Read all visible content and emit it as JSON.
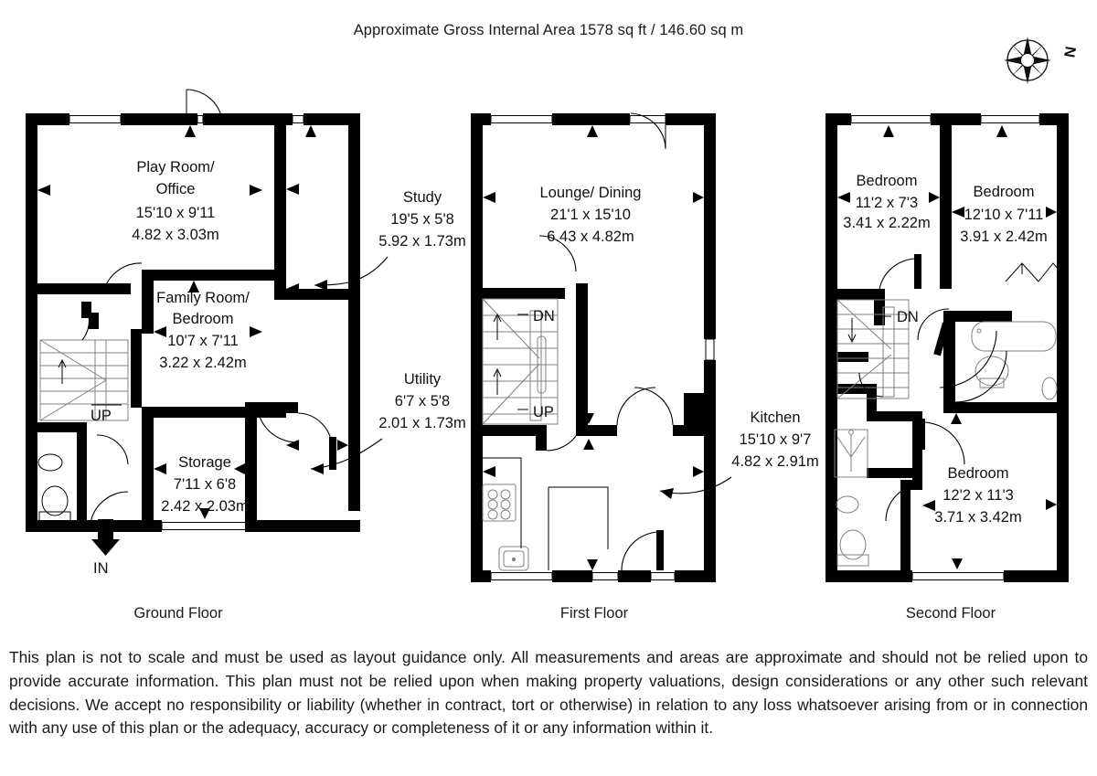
{
  "header": {
    "title": "Approximate Gross Internal Area  1578 sq ft / 146.60 sq m"
  },
  "compass": {
    "label": "N",
    "icon": "compass-rose-icon"
  },
  "floors": [
    {
      "id": "ground",
      "caption": "Ground Floor",
      "rooms": [
        {
          "name": "Play Room/",
          "name2": "Office",
          "imperial": "15'10 x 9'11",
          "metric": "4.82 x 3.03m"
        },
        {
          "name": "Family Room/",
          "name2": "Bedroom",
          "imperial": "10'7 x 7'11",
          "metric": "3.22 x 2.42m"
        },
        {
          "name": "Storage",
          "name2": "",
          "imperial": "7'11 x 6'8",
          "metric": "2.42 x 2.03m"
        },
        {
          "name": "Study",
          "name2": "",
          "imperial": "19'5 x 5'8",
          "metric": "5.92 x 1.73m"
        },
        {
          "name": "Utility",
          "name2": "",
          "imperial": "6'7 x 5'8",
          "metric": "2.01 x 1.73m"
        }
      ],
      "markers": [
        {
          "text": "UP"
        },
        {
          "text": "IN"
        }
      ]
    },
    {
      "id": "first",
      "caption": "First Floor",
      "rooms": [
        {
          "name": "Lounge/ Dining",
          "name2": "",
          "imperial": "21'1 x 15'10",
          "metric": "6.43 x 4.82m"
        },
        {
          "name": "Kitchen",
          "name2": "",
          "imperial": "15'10 x 9'7",
          "metric": "4.82 x 2.91m"
        }
      ],
      "markers": [
        {
          "text": "DN"
        },
        {
          "text": "UP"
        }
      ]
    },
    {
      "id": "second",
      "caption": "Second Floor",
      "rooms": [
        {
          "name": "Bedroom",
          "name2": "",
          "imperial": "11'2 x 7'3",
          "metric": "3.41 x 2.22m"
        },
        {
          "name": "Bedroom",
          "name2": "",
          "imperial": "12'10 x 7'11",
          "metric": "3.91 x 2.42m"
        },
        {
          "name": "Bedroom",
          "name2": "",
          "imperial": "12'2 x 11'3",
          "metric": "3.71 x 3.42m"
        }
      ],
      "markers": [
        {
          "text": "DN"
        }
      ]
    }
  ],
  "disclaimer": {
    "text": "This plan is not to scale and must be used as layout guidance only. All measurements and areas are approximate and should not be relied upon to provide accurate information. This plan must not be relied upon when making property valuations, design considerations or any other such relevant decisions. We accept no responsibility or liability (whether in contract, tort or otherwise) in relation to any loss whatsoever arising from or in connection with any use of this plan or the adequacy, accuracy or completeness of it or any information within it."
  },
  "colors": {
    "wall": "#000000",
    "text": "#1a1a1a",
    "background": "#ffffff",
    "fixture_outline": "#808080"
  }
}
